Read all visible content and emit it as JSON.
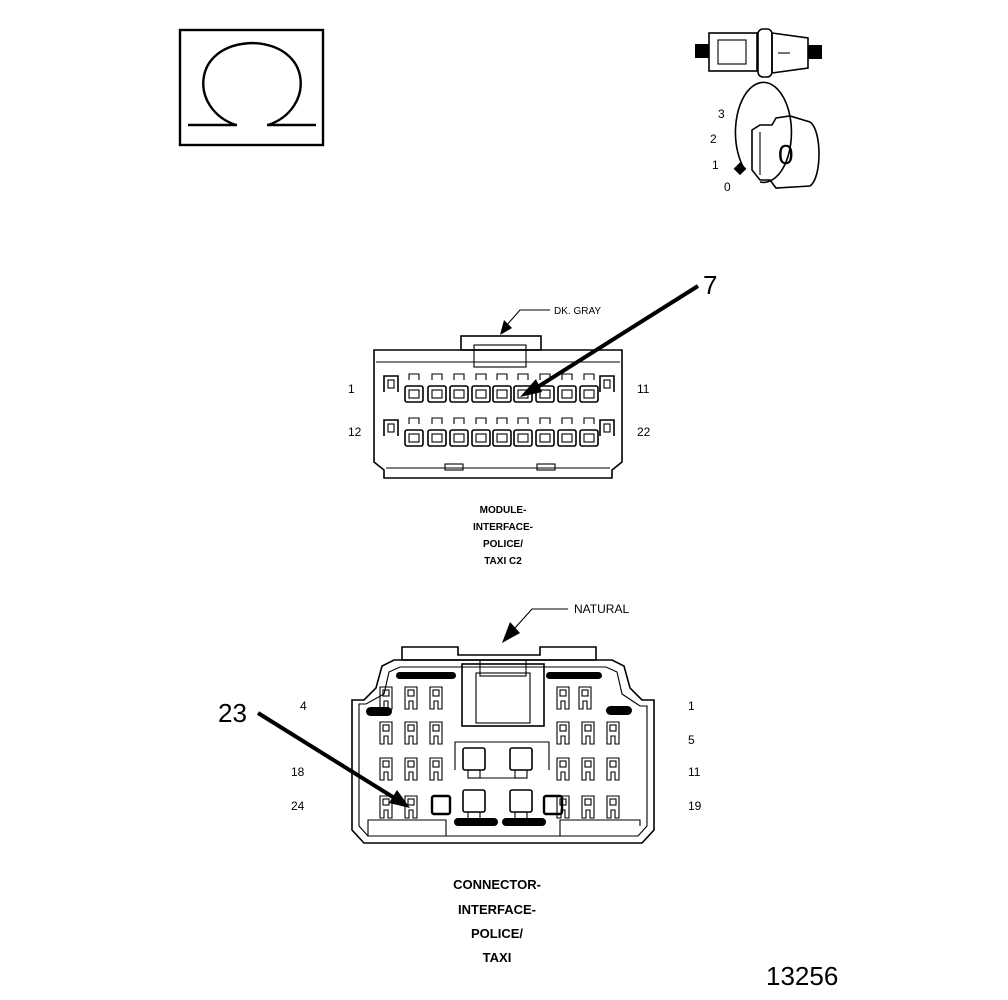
{
  "ohm_symbol": {
    "icon": "ohm-icon"
  },
  "ignition": {
    "icon": "ignition-key-switch-icon",
    "positions": [
      "3",
      "2",
      "1",
      "0"
    ],
    "key_label": "0"
  },
  "connector_c2": {
    "callout_number": "7",
    "color_label": "DK. GRAY",
    "pin_left_top": "1",
    "pin_right_top": "11",
    "pin_left_bottom": "12",
    "pin_right_bottom": "22",
    "name_lines": [
      "MODULE-",
      "INTERFACE-",
      "POLICE/",
      "TAXI C2"
    ]
  },
  "connector_interface": {
    "callout_number": "23",
    "color_label": "NATURAL",
    "left_pins": [
      "4",
      "18",
      "24"
    ],
    "right_pins": [
      "1",
      "5",
      "11",
      "19"
    ],
    "name_lines": [
      "CONNECTOR-",
      "INTERFACE-",
      "POLICE/",
      "TAXI"
    ]
  },
  "figure_number": "13256"
}
